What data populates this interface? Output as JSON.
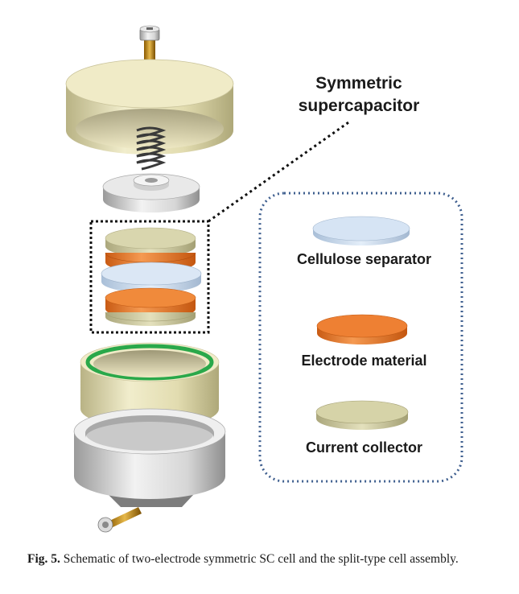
{
  "diagram": {
    "title_line1": "Symmetric",
    "title_line2": "supercapacitor",
    "legend": [
      {
        "label": "Cellulose separator",
        "color": "#cfe0f2"
      },
      {
        "label": "Electrode material",
        "color": "#ee7f2f"
      },
      {
        "label": "Current collector",
        "color": "#d6d3a8"
      }
    ]
  },
  "caption": {
    "fig_label": "Fig. 5.",
    "text": "Schematic of two-electrode symmetric SC cell and the split-type cell assembly."
  },
  "colors": {
    "cap_body": "#e6e1b8",
    "steel": "#d4d4d4",
    "green_ring": "#2aa84a",
    "legend_border": "#3f5f8f"
  }
}
